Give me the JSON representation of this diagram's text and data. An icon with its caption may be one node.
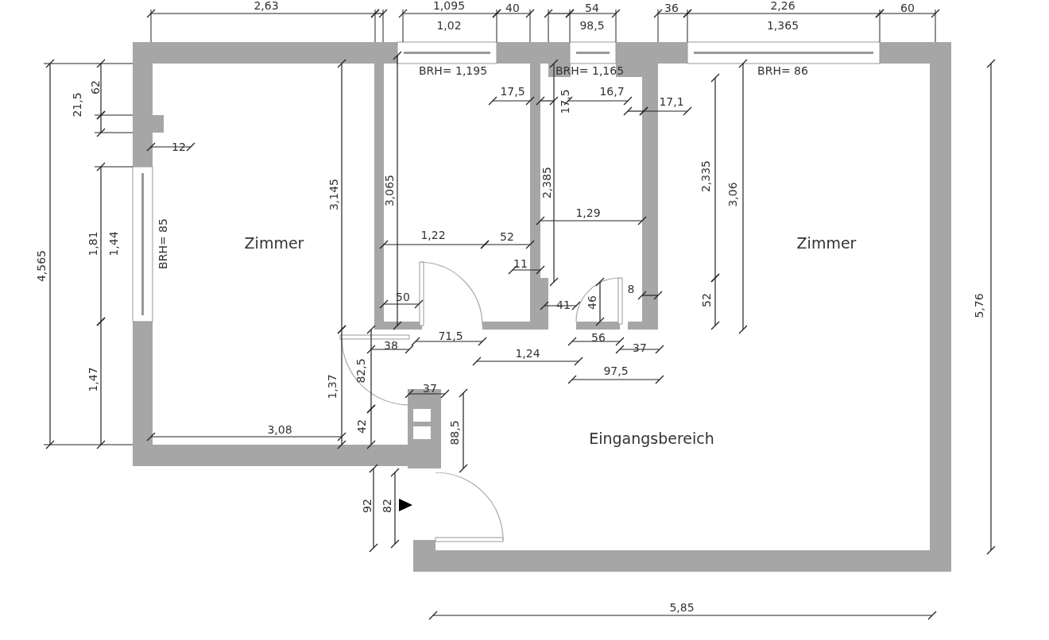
{
  "diagram": {
    "labels": [
      "2,63",
      "1,095",
      "40",
      "54",
      "36",
      "2,26",
      "60",
      "1,02",
      "98,5",
      "1,365",
      "BRH= 1,195",
      "BRH= 1,165",
      "BRH= 86",
      "62",
      "21,5",
      "17,5",
      "17,5",
      "16,7",
      "17,1",
      "12",
      "3,145",
      "3,065",
      "2,385",
      "2,335",
      "3,06",
      "4,565",
      "1,81",
      "1,44",
      "BRH= 85",
      "Zimmer",
      "1,29",
      "Zimmer",
      "1,22",
      "52",
      "11",
      "5,76",
      "8",
      "50",
      "41",
      "46",
      "52",
      "71,5",
      "56",
      "38",
      "37",
      "1,24",
      "97,5",
      "82,5",
      "1,37",
      "37",
      "42",
      "88,5",
      "3,08",
      "Eingangsbereich",
      "1,47",
      "92",
      "82",
      "5,85"
    ]
  }
}
